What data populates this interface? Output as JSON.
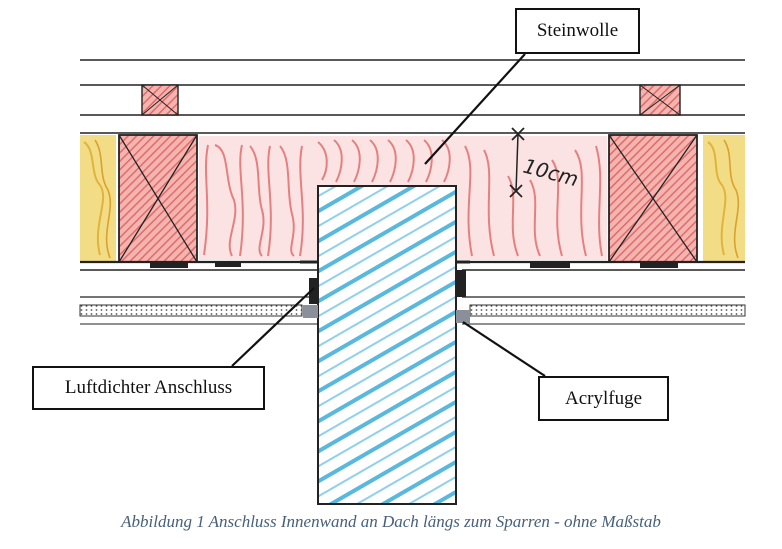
{
  "labels": {
    "steinwolle": "Steinwolle",
    "luftdicht": "Luftdichter Anschluss",
    "acrylfuge": "Acrylfuge"
  },
  "dimension": "10cm",
  "caption": "Abbildung 1 Anschluss Innenwand an Dach längs zum Sparren - ohne Maßstab",
  "colors": {
    "insulation": "#e79a9a",
    "rafter": "#e46a6a",
    "wall": "#58b8dd",
    "yellow_insulation": "#f0d066",
    "line": "#222222",
    "caption": "#47607a"
  }
}
